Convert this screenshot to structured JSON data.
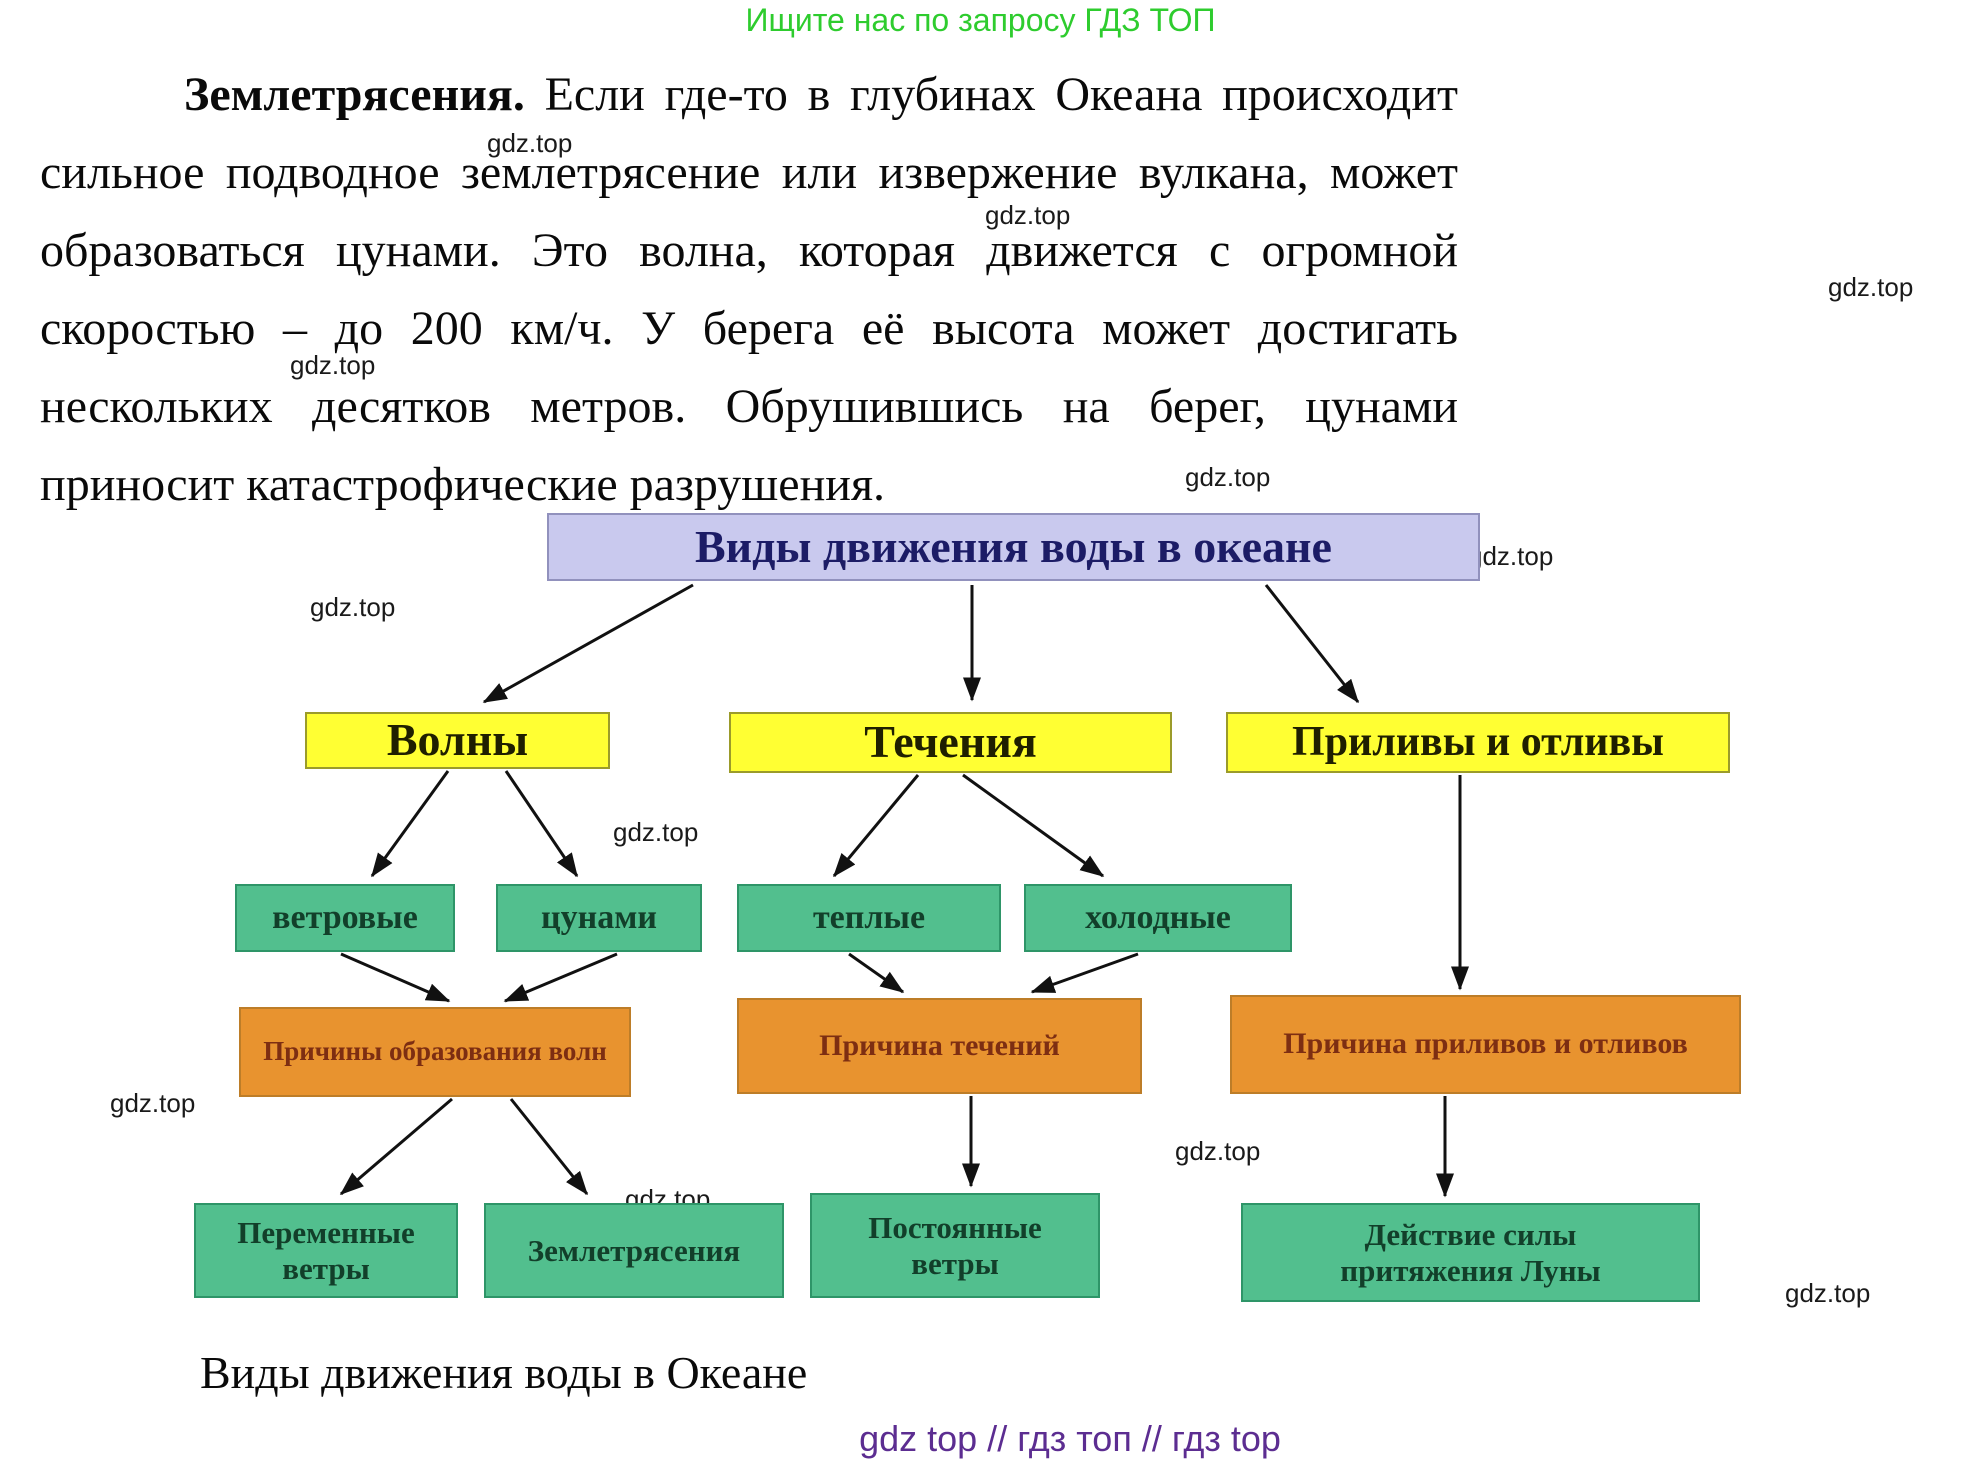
{
  "promo_banner": "Ищите нас по запросу ГДЗ ТОП",
  "watermark": "gdz.top",
  "paragraph": {
    "lead": "Землетрясения.",
    "line1_rest": "Если где-то в глубинах Океана происходит",
    "line2": "сильное подводное землетрясение или извержение вулкана, может",
    "line3": "образоваться цунами. Это волна, которая движется с огромной",
    "line4": "скоростью – до 200 км/ч. У берега её высота может достигать",
    "line5": "нескольких десятков метров. Обрушившись на берег, цунами",
    "line6": "приносит катастрофические разрушения."
  },
  "diagram": {
    "title": "Виды движения воды в океане",
    "types": {
      "waves": "Волны",
      "currents": "Течения",
      "tides": "Приливы и отливы"
    },
    "subtypes": {
      "wind_waves": "ветровые",
      "tsunami": "цунами",
      "warm": "теплые",
      "cold": "холодные"
    },
    "causes": {
      "waves": "Причины образования волн",
      "currents": "Причина течений",
      "tides": "Причина приливов и отливов"
    },
    "sources": {
      "variable_winds": "Переменные ветры",
      "earthquakes": "Землетрясения",
      "constant_winds": "Постоянные ветры",
      "moon": "Действие силы притяжения Луны"
    },
    "caption": "Виды движения воды в Океане"
  },
  "footer": "gdz top  //  гдз топ  //  гдз top",
  "colors": {
    "promo_green": "#2ecc2e",
    "footer_purple": "#5c2d91",
    "title_box": "#c9c9ee",
    "level_yellow": "#ffff33",
    "subtype_green": "#52bf8e",
    "cause_orange": "#e8932f",
    "arrow": "#111111"
  }
}
